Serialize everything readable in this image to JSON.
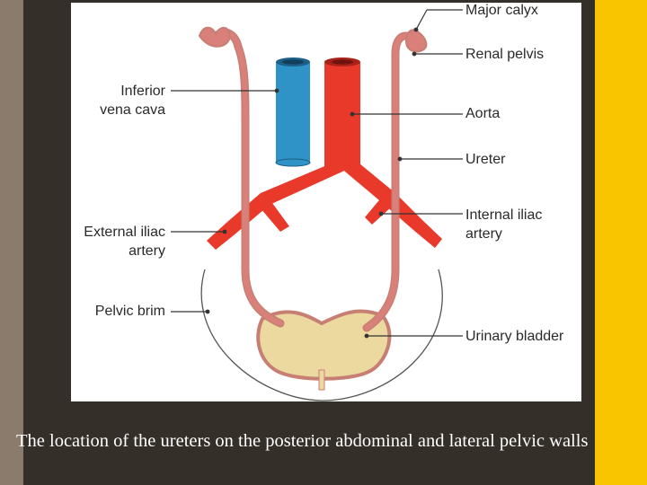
{
  "colors": {
    "background": "#352f2a",
    "left_strip": "#8b7b6d",
    "accent_bar": "#f9c400",
    "aorta": "#e8392a",
    "vena_cava": "#2f93c7",
    "ureter": "#d9807a",
    "bladder": "#ecd9a0",
    "text": "#2a2a2a"
  },
  "labels": {
    "major_calyx": "Major calyx",
    "renal_pelvis": "Renal pelvis",
    "ivc_line1": "Inferior",
    "ivc_line2": "vena cava",
    "aorta": "Aorta",
    "ureter": "Ureter",
    "ext_iliac_line1": "External iliac",
    "ext_iliac_line2": "artery",
    "int_iliac_line1": "Internal iliac",
    "int_iliac_line2": "artery",
    "pelvic_brim": "Pelvic brim",
    "urinary_bladder": "Urinary bladder"
  },
  "caption": "The location of the ureters on the posterior abdominal and lateral pelvic walls"
}
